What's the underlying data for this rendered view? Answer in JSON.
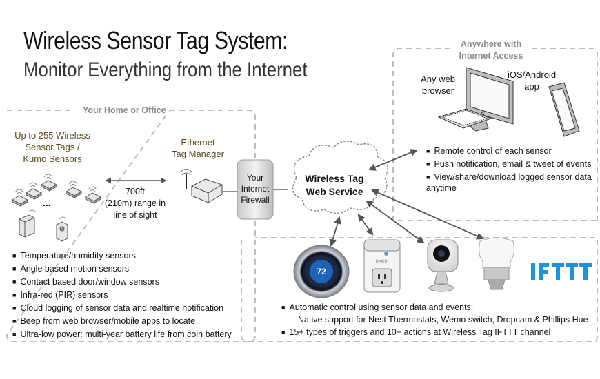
{
  "title": "Wireless Sensor Tag System:",
  "subtitle": "Monitor Everything from the Internet",
  "home_section": {
    "label": "Your Home or Office",
    "sensors_caption": [
      "Up to 255 Wireless",
      "Sensor Tags /",
      "Kumo Sensors"
    ],
    "ellipsis": "...",
    "range_text": [
      "700ft",
      "(210m) range in",
      "line of sight"
    ],
    "manager_caption": [
      "Ethernet",
      "Tag Manager"
    ],
    "firewall_label": [
      "Your",
      "Internet",
      "Firewall"
    ],
    "features": [
      "Temperature/humidity sensors",
      "Angle based motion sensors",
      "Contact based door/window sensors",
      "Infra-red (PIR) sensors",
      "Cloud logging of sensor data and realtime notification",
      "Beep from web browser/mobile apps to locate",
      "Ultra-low power: multi-year battery life from coin battery"
    ]
  },
  "cloud": {
    "label": [
      "Wireless Tag",
      "Web Service"
    ]
  },
  "remote_section": {
    "label": [
      "Anywhere with",
      "Internet Access"
    ],
    "browser_caption": [
      "Any web",
      "browser"
    ],
    "app_caption": [
      "iOS/Android",
      "app"
    ],
    "features": [
      "Remote control of each sensor",
      "Push notification, email & tweet of events",
      "View/share/download logged sensor data"
    ],
    "features_tail": "anytime"
  },
  "devices": {
    "thermostat_reading": "72",
    "wemo_label": "belkin",
    "ifttt_logo": "IFTTT"
  },
  "automation": {
    "line1": "Automatic control using sensor data and events:",
    "line1_sub": "Native support for Nest Thermostats, Wemo switch, Dropcam & Phillips Hue",
    "line2": "15+ types of triggers and 10+ actions at Wireless Tag IFTTT channel"
  },
  "colors": {
    "box_border": "#bdbdbd",
    "section_label": "#8a8a8a",
    "caption_brown": "#5a4a1e",
    "ifttt_blue": "#1a93d8"
  }
}
